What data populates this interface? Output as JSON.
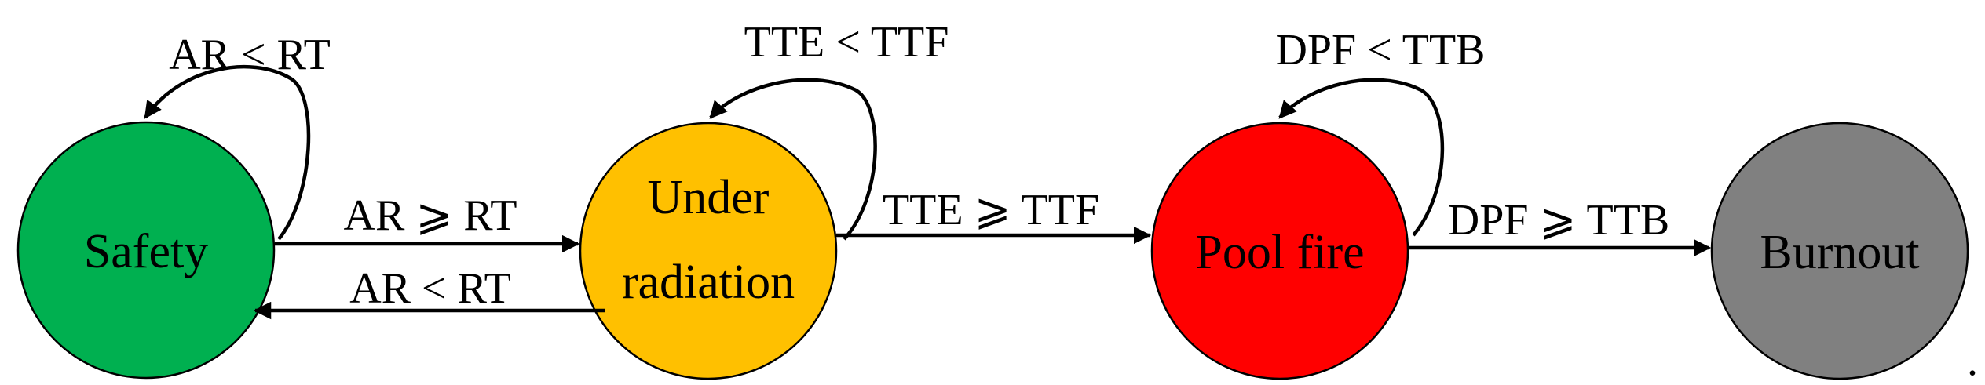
{
  "states": [
    {
      "id": "safety",
      "lines": [
        "Safety"
      ],
      "color": "#00b050"
    },
    {
      "id": "under-radiation",
      "lines": [
        "Under",
        "radiation"
      ],
      "color": "#ffc000"
    },
    {
      "id": "pool-fire",
      "lines": [
        "Pool fire"
      ],
      "color": "#ff0000"
    },
    {
      "id": "burnout",
      "lines": [
        "Burnout"
      ],
      "color": "#808080"
    }
  ],
  "transitions": {
    "safety_self": "AR < RT",
    "safety_to_under": "AR ⩾ RT",
    "under_to_safety": "AR < RT",
    "under_self": "TTE < TTF",
    "under_to_pool": "TTE ⩾ TTF",
    "pool_self": "DPF < TTB",
    "pool_to_burnout": "DPF ⩾ TTB"
  },
  "trailing_mark": "."
}
